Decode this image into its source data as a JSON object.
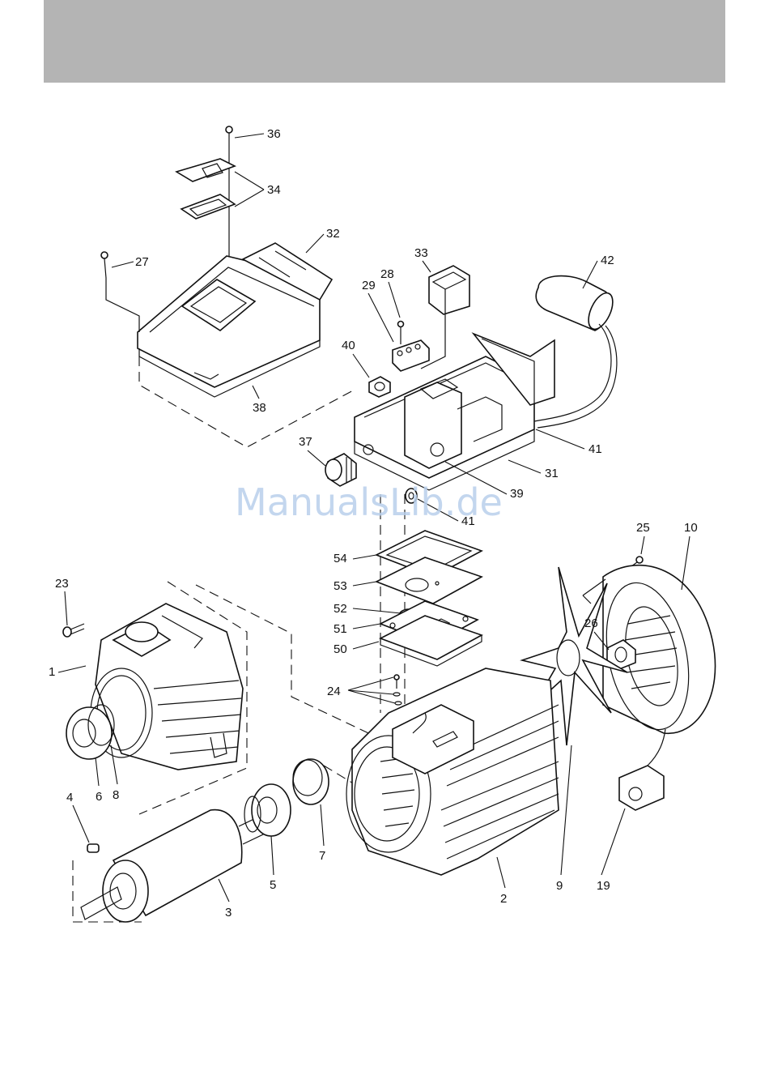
{
  "watermark": "ManualsLib.de",
  "labels": [
    "36",
    "34",
    "32",
    "27",
    "33",
    "28",
    "29",
    "42",
    "40",
    "38",
    "37",
    "41",
    "31",
    "39",
    "41",
    "54",
    "53",
    "52",
    "51",
    "50",
    "25",
    "10",
    "23",
    "26",
    "1",
    "24",
    "6",
    "8",
    "4",
    "7",
    "5",
    "3",
    "2",
    "9",
    "19"
  ],
  "colors": {
    "header": "#b4b4b4",
    "line": "#111111",
    "watermark": "#b9d0ec"
  }
}
